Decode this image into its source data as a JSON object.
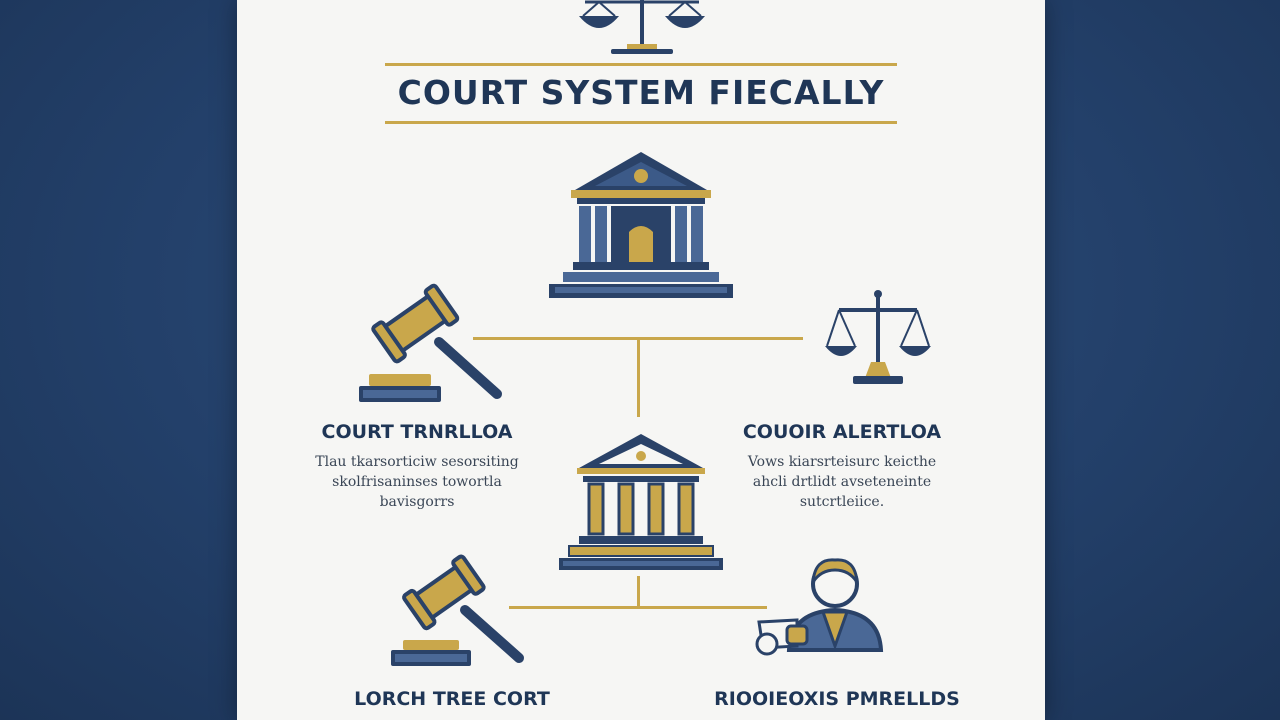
{
  "diagram": {
    "title": "COURT SYSTEM FIECALLY",
    "nodes": [
      {
        "id": "top-court",
        "icon": "courthouse-icon"
      },
      {
        "id": "left-branch",
        "icon": "gavel-icon",
        "label": "COURT TRNRLLOA",
        "desc": [
          "Tlau tkarsorticiw sesorsiting",
          "skolfrisaninses towortla",
          "bavisgorrs"
        ]
      },
      {
        "id": "right-branch",
        "icon": "scales-icon",
        "label": "COUOIR ALERTLOA",
        "desc": [
          "Vows kiarsrteisurc keicthe",
          "ahcli drtlidt avseteneinte",
          "sutcrtleiice."
        ]
      },
      {
        "id": "middle-court",
        "icon": "courthouse-icon"
      },
      {
        "id": "bottom-left",
        "icon": "gavel-icon",
        "label": "LORCH TREE CORT"
      },
      {
        "id": "bottom-right",
        "icon": "judge-icon",
        "label": "RIOOIEOXIS PMRELLDS"
      }
    ]
  },
  "colors": {
    "navy": "#2a4268",
    "navy_dark": "#1f3656",
    "gold": "#c9a74b",
    "slate": "#4a6896",
    "panel": "#f6f6f4"
  }
}
